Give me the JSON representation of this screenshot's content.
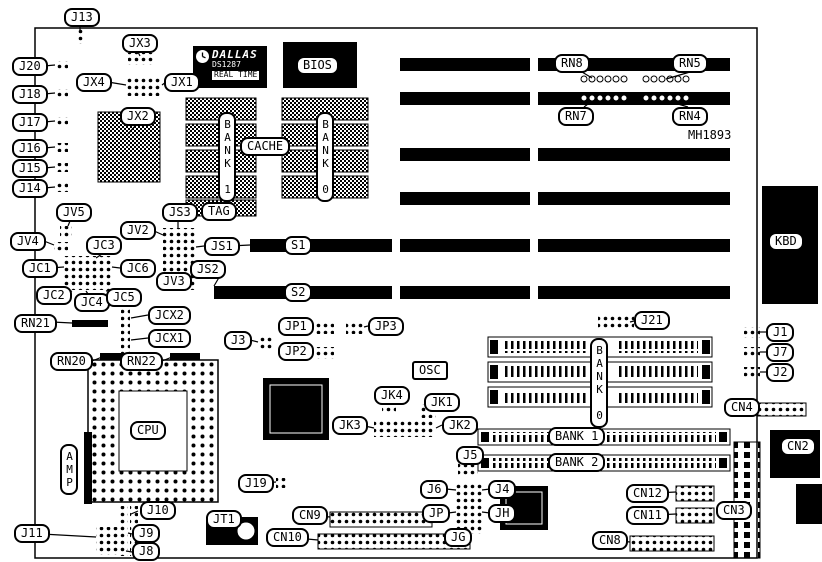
{
  "diagram": {
    "kind": "motherboard-layout",
    "board_marking": "MH1893"
  },
  "rtc_chip": {
    "brand": "DALLAS",
    "model": "DS1287",
    "type": "REAL TIME"
  },
  "labels": {
    "j13": "J13",
    "j20": "J20",
    "j18": "J18",
    "j17": "J17",
    "j16": "J16",
    "j15": "J15",
    "j14": "J14",
    "jx1": "JX1",
    "jx2": "JX2",
    "jx3": "JX3",
    "jx4": "JX4",
    "dallas": "DALLAS",
    "ds1287": "DS1287",
    "realtime": "REAL TIME",
    "bios": "BIOS",
    "rn4": "RN4",
    "rn5": "RN5",
    "rn7": "RN7",
    "rn8": "RN8",
    "mh1893": "MH1893",
    "bank1_chips": "BANK 1",
    "bank0_chips": "BANK 0",
    "cache": "CACHE",
    "tag": "TAG",
    "js1": "JS1",
    "js2": "JS2",
    "js3": "JS3",
    "jv2": "JV2",
    "jv3": "JV3",
    "jv4": "JV4",
    "jv5": "JV5",
    "jc1": "JC1",
    "jc2": "JC2",
    "jc3": "JC3",
    "jc4": "JC4",
    "jc5": "JC5",
    "jc6": "JC6",
    "s1": "S1",
    "s2": "S2",
    "kbd": "KBD",
    "rn20": "RN20",
    "rn21": "RN21",
    "rn22": "RN22",
    "jcx1": "JCX1",
    "jcx2": "JCX2",
    "j3": "J3",
    "jp1": "JP1",
    "jp2": "JP2",
    "jp3": "JP3",
    "osc": "OSC",
    "j21": "J21",
    "j1": "J1",
    "j7": "J7",
    "j2": "J2",
    "bank0_simm": "BANK 0",
    "bank1_simm": "BANK 1",
    "bank2_simm": "BANK 2",
    "cpu": "CPU",
    "amp": "AMP",
    "jk1": "JK1",
    "jk2": "JK2",
    "jk3": "JK3",
    "jk4": "JK4",
    "cn4": "CN4",
    "cn2": "CN2",
    "j5": "J5",
    "j19": "J19",
    "j6": "J6",
    "j4": "J4",
    "jp": "JP",
    "jh": "JH",
    "jg": "JG",
    "j10": "J10",
    "j11": "J11",
    "j9": "J9",
    "j8": "J8",
    "jt1": "JT1",
    "cn9": "CN9",
    "cn10": "CN10",
    "cn11": "CN11",
    "cn12": "CN12",
    "cn3": "CN3",
    "cn8": "CN8"
  }
}
